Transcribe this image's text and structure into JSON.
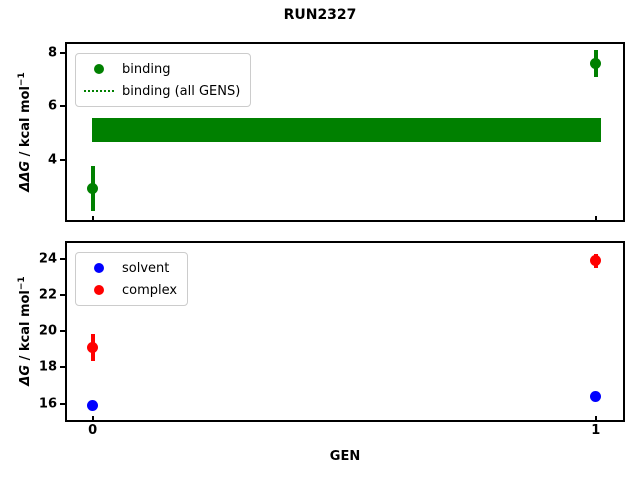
{
  "title": "RUN2327",
  "colors": {
    "green": "#008000",
    "blue": "#0000ff",
    "red": "#ff0000",
    "legend_border": "#cccccc",
    "spine": "#000000"
  },
  "chart_data": [
    {
      "type": "scatter",
      "panel": "top",
      "ylabel": "ΔΔG / kcal mol−1",
      "ylabel_parts": {
        "math": "ΔΔG",
        "rest": " / kcal mol",
        "sup": "−1"
      },
      "xlabel": "",
      "xlim": [
        -0.055,
        1.05
      ],
      "ylim": [
        1.85,
        8.4
      ],
      "yticks": [
        4,
        6,
        8
      ],
      "xticks": [
        0,
        1
      ],
      "show_xtick_labels": false,
      "grid": false,
      "legend_position": "upper-left",
      "series": [
        {
          "name": "binding",
          "color": "#008000",
          "marker": "circle",
          "x": [
            0,
            1
          ],
          "y": [
            2.95,
            7.6
          ],
          "yerr": [
            0.85,
            0.5
          ]
        },
        {
          "name": "binding (all GENS)",
          "color": "#008000",
          "style": "horizontal-band",
          "y_center": 5.2,
          "band": [
            4.75,
            5.65
          ],
          "x_span": [
            0,
            1
          ]
        }
      ],
      "legend": {
        "items": [
          {
            "label": "binding",
            "marker": "dot",
            "color": "#008000"
          },
          {
            "label": "binding (all GENS)",
            "marker": "dotted-line",
            "color": "#008000"
          }
        ]
      }
    },
    {
      "type": "scatter",
      "panel": "bottom",
      "ylabel": "ΔG / kcal mol−1",
      "ylabel_parts": {
        "math": "ΔG",
        "rest": " / kcal mol",
        "sup": "−1"
      },
      "xlabel": "GEN",
      "xlim": [
        -0.055,
        1.05
      ],
      "ylim": [
        15.2,
        25.0
      ],
      "yticks": [
        16,
        18,
        20,
        22,
        24
      ],
      "xticks": [
        0,
        1
      ],
      "show_xtick_labels": true,
      "grid": false,
      "legend_position": "upper-left",
      "series": [
        {
          "name": "solvent",
          "color": "#0000ff",
          "marker": "circle",
          "x": [
            0,
            1
          ],
          "y": [
            15.9,
            16.4
          ],
          "yerr": [
            0.15,
            0.1
          ]
        },
        {
          "name": "complex",
          "color": "#ff0000",
          "marker": "circle",
          "x": [
            0,
            1
          ],
          "y": [
            19.1,
            23.9
          ],
          "yerr": [
            0.75,
            0.4
          ]
        }
      ],
      "legend": {
        "items": [
          {
            "label": "solvent",
            "marker": "dot",
            "color": "#0000ff"
          },
          {
            "label": "complex",
            "marker": "dot",
            "color": "#ff0000"
          }
        ]
      }
    }
  ]
}
